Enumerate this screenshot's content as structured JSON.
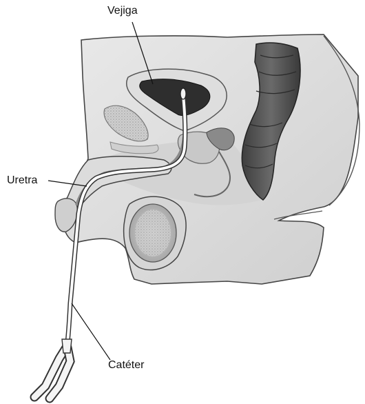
{
  "diagram": {
    "labels": {
      "bladder": "Vejiga",
      "urethra": "Uretra",
      "catheter": "Catéter"
    }
  }
}
